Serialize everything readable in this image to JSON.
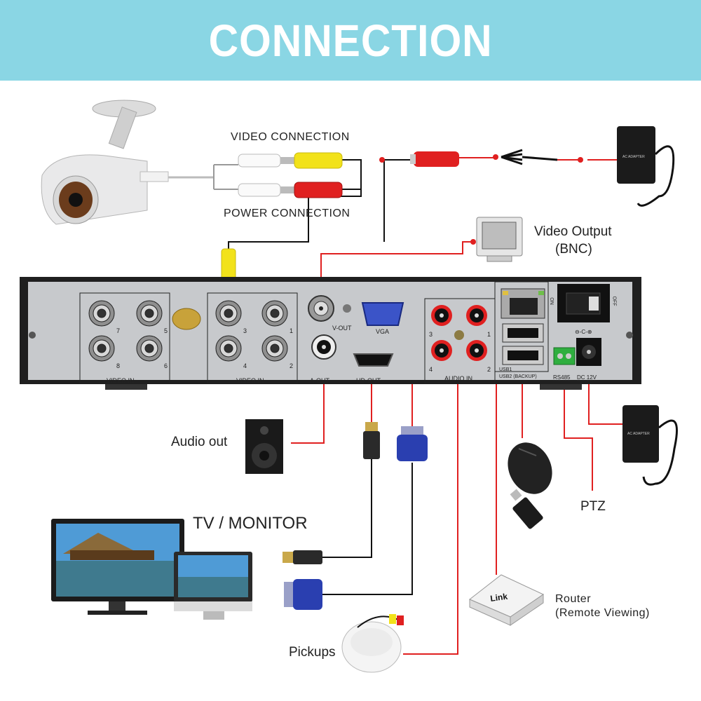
{
  "header": {
    "title": "CONNECTION"
  },
  "camera": {
    "video_connection": "VIDEO CONNECTION",
    "power_connection": "POWER CONNECTION"
  },
  "outputs": {
    "video_output": "Video Output",
    "video_output_sub": "(BNC)",
    "audio_out": "Audio out",
    "tv_monitor": "TV / MONITOR",
    "ptz": "PTZ",
    "router": "Router",
    "router_sub": "(Remote Viewing)",
    "pickups": "Pickups"
  },
  "dvr_panel": {
    "video_in_1": "VIDEO IN",
    "video_in_2": "VIDEO IN",
    "v_out": "V-OUT",
    "vga": "VGA",
    "a_out": "A-OUT",
    "hd_out": "HD-OUT",
    "audio_in": "AUDIO IN",
    "usb1": "USB1",
    "usb2": "USB2 (BACKUP)",
    "rs485": "RS485",
    "dc12v": "DC 12V",
    "on": "ON",
    "off": "OFF",
    "bnc_numbers": [
      "7",
      "5",
      "8",
      "6",
      "3",
      "1",
      "4",
      "2"
    ],
    "audio_numbers": [
      "3",
      "1",
      "4",
      "2"
    ],
    "router_brand": "Link",
    "adapter_text": "AC ADAPTER"
  },
  "colors": {
    "banner": "#8ad6e4",
    "cable_red": "#e02020",
    "cable_black": "#111111",
    "vga_blue": "#2a3fb0",
    "rca_yellow": "#f2e21a"
  }
}
